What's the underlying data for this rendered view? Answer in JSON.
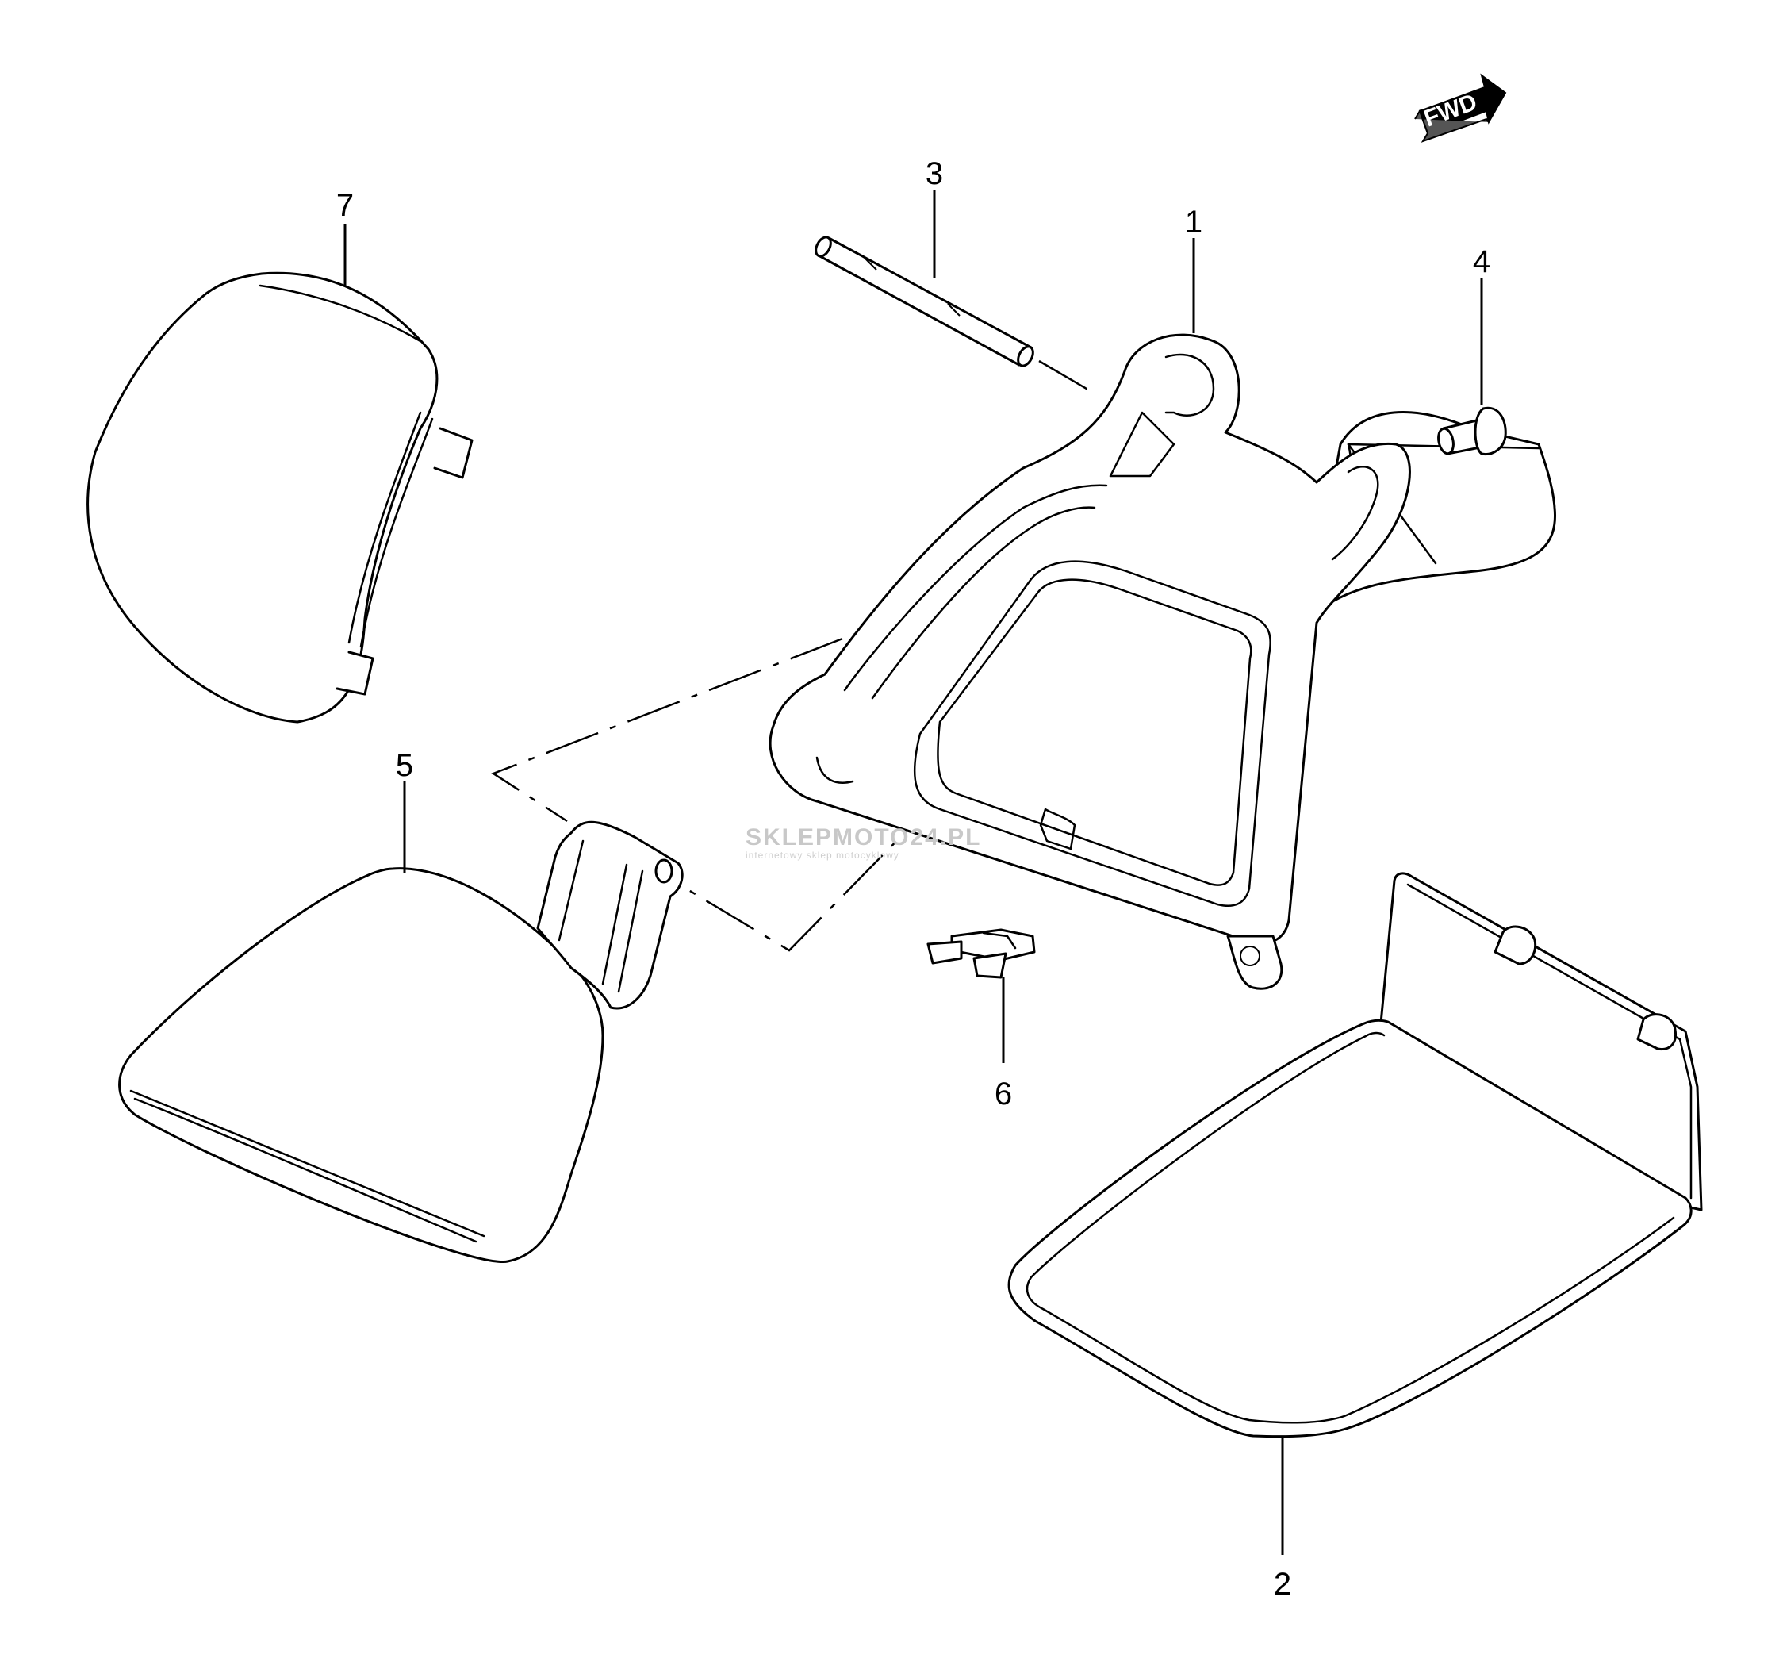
{
  "direction_badge": {
    "label": "FWD",
    "icon": "forward-arrow-icon"
  },
  "watermark": {
    "brand": "SKLEPMOTO24.PL",
    "tagline": "internetowy sklep motocyklowy"
  },
  "callouts": [
    {
      "id": "1",
      "label": "1"
    },
    {
      "id": "2",
      "label": "2"
    },
    {
      "id": "3",
      "label": "3"
    },
    {
      "id": "4",
      "label": "4"
    },
    {
      "id": "5",
      "label": "5"
    },
    {
      "id": "6",
      "label": "6"
    },
    {
      "id": "7",
      "label": "7"
    }
  ],
  "parts": [
    {
      "callout": "1",
      "icon": "seat-hinge-bracket-icon"
    },
    {
      "callout": "2",
      "icon": "storage-tray-icon"
    },
    {
      "callout": "3",
      "icon": "hinge-pin-icon"
    },
    {
      "callout": "4",
      "icon": "screw-icon"
    },
    {
      "callout": "5",
      "icon": "hinge-cover-icon"
    },
    {
      "callout": "6",
      "icon": "clip-icon"
    },
    {
      "callout": "7",
      "icon": "side-cover-icon"
    }
  ]
}
